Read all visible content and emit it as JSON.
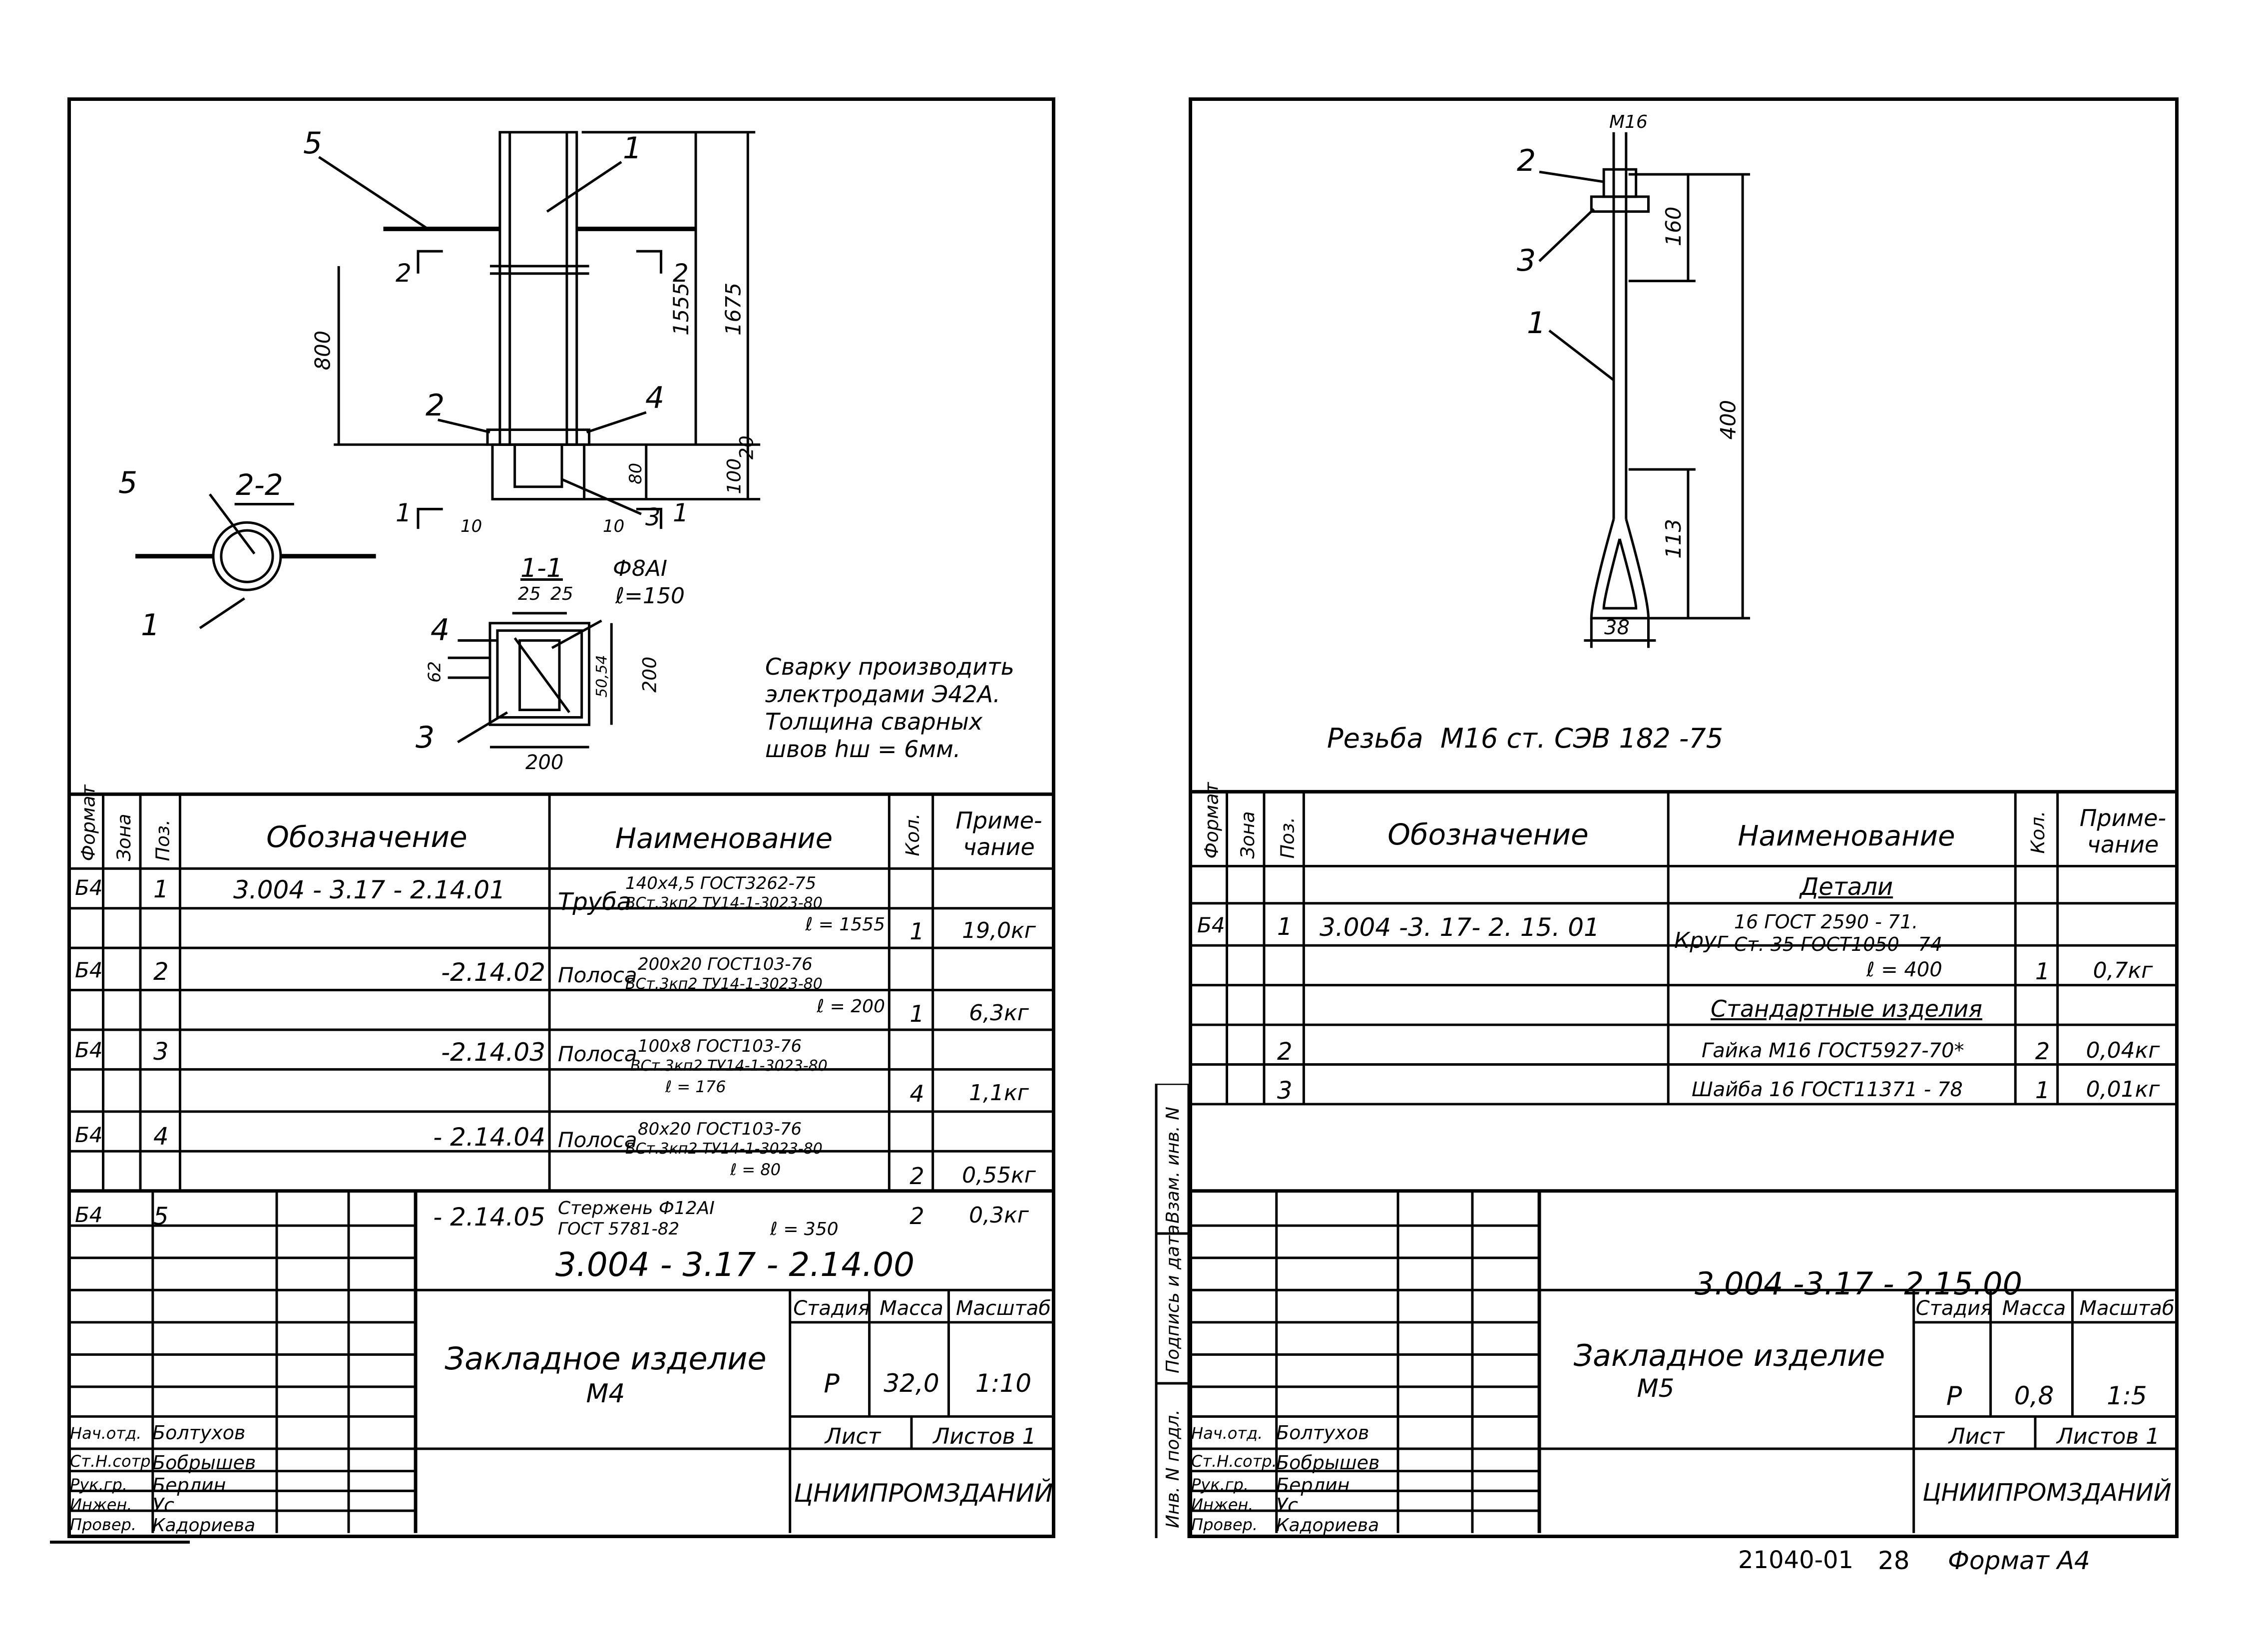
{
  "left": {
    "views": {
      "section_a": "2-2",
      "section_b": "1-1"
    },
    "leaders": [
      "5",
      "1",
      "2",
      "4",
      "5",
      "1",
      "2",
      "3",
      "4",
      "3"
    ],
    "cut_marks": [
      "2",
      "2",
      "1",
      "1"
    ],
    "dims": {
      "d800": "800",
      "d1555": "1555",
      "d1675": "1675",
      "d20": "20",
      "d100": "100",
      "d80": "80",
      "d10a": "10",
      "d10b": "10",
      "d25": "25",
      "d25b": "25",
      "d200v": "200",
      "d200h": "200",
      "d62": "62",
      "d50": "50,54",
      "rod": "Ф8АI",
      "rod_len": "ℓ=150"
    },
    "note": [
      "Сварку производить",
      "электродами Э42А.",
      "Толщина сварных",
      "швов hш = 6мм."
    ],
    "spec": {
      "headers": {
        "format": "Формат",
        "zone": "Зона",
        "pos": "Поз.",
        "designation": "Обозначение",
        "name": "Наименование",
        "qty": "Кол.",
        "note": "Приме-\nчание"
      },
      "rows": [
        {
          "format": "Б4",
          "pos": "1",
          "designation": "3.004 - 3.17 - 2.14.01",
          "name_main": "Труба",
          "name_1": "140x4,5 ГОСТ3262-75",
          "name_2": "ВСт.3кп2 ТУ14-1-3023-80",
          "name_3": "ℓ = 1555",
          "qty": "1",
          "note": "19,0кг"
        },
        {
          "format": "Б4",
          "pos": "2",
          "designation": "-2.14.02",
          "name_main": "Полоса",
          "name_1": "200x20 ГОСТ103-76",
          "name_2": "ВСт.3кп2 ТУ14-1-3023-80",
          "name_3": "ℓ = 200",
          "qty": "1",
          "note": "6,3кг"
        },
        {
          "format": "Б4",
          "pos": "3",
          "designation": "-2.14.03",
          "name_main": "Полоса",
          "name_1": "100x8 ГОСТ103-76",
          "name_2": "ВСт.3кп2 ТУ14-1-3023-80",
          "name_3": "ℓ = 176",
          "qty": "4",
          "note": "1,1кг"
        },
        {
          "format": "Б4",
          "pos": "4",
          "designation": "- 2.14.04",
          "name_main": "Полоса",
          "name_1": "80x20 ГОСТ103-76",
          "name_2": "ВСт.3кп2 ТУ14-1-3023-80",
          "name_3": "ℓ = 80",
          "qty": "2",
          "note": "0,55кг"
        },
        {
          "format": "Б4",
          "pos": "5",
          "designation": "- 2.14.05",
          "name_main": "Стержень Ф12АI",
          "name_1": "ГОСТ 5781-82",
          "name_2": "",
          "name_3": "ℓ = 350",
          "qty": "2",
          "note": "0,3кг"
        }
      ]
    },
    "title": {
      "code": "3.004 - 3.17 - 2.14.00",
      "name_1": "Закладное изделие",
      "name_2": "М4",
      "stage_h": "Стадия",
      "mass_h": "Масса",
      "scale_h": "Масштаб",
      "stage": "Р",
      "mass": "32,0",
      "scale": "1:10",
      "sheet_h": "Лист",
      "sheets_h": "Листов 1",
      "org": "ЦНИИПРОМЗДАНИЙ"
    },
    "signatures": [
      {
        "role": "Нач.отд.",
        "name": "Болтухов"
      },
      {
        "role": "Ст.Н.сотр.",
        "name": "Бобрышев"
      },
      {
        "role": "Рук.гр.",
        "name": "Берлин"
      },
      {
        "role": "Инжен.",
        "name": "Ус"
      },
      {
        "role": "Провер.",
        "name": "Кадориева"
      }
    ]
  },
  "right": {
    "leaders": [
      "2",
      "3",
      "1"
    ],
    "dims": {
      "m16": "М16",
      "d160": "160",
      "d400": "400",
      "d113": "113",
      "d38": "38"
    },
    "thread_note": "Резьба  М16 ст. СЭВ 182 -75",
    "spec": {
      "headers": {
        "format": "Формат",
        "zone": "Зона",
        "pos": "Поз.",
        "designation": "Обозначение",
        "name": "Наименование",
        "qty": "Кол.",
        "note": "Приме-\nчание"
      },
      "section_details": "Детали",
      "section_std": "Стандартные изделия",
      "rows": [
        {
          "format": "Б4",
          "pos": "1",
          "designation": "3.004 -3. 17- 2. 15. 01",
          "name_main": "Круг",
          "name_1": "16 ГОСТ 2590 - 71.",
          "name_2": "Ст. 35 ГОСТ1050 - 74",
          "name_3": "ℓ = 400",
          "qty": "1",
          "note": "0,7кг"
        },
        {
          "format": "",
          "pos": "2",
          "designation": "",
          "name_main": "Гайка М16 ГОСТ5927-70*",
          "qty": "2",
          "note": "0,04кг"
        },
        {
          "format": "",
          "pos": "3",
          "designation": "",
          "name_main": "Шайба 16 ГОСТ11371 - 78",
          "qty": "1",
          "note": "0,01кг"
        }
      ]
    },
    "title": {
      "code": "3.004 -3.17 - 2.15.00",
      "name_1": "Закладное изделие",
      "name_2": "М5",
      "stage_h": "Стадия",
      "mass_h": "Масса",
      "scale_h": "Масштаб",
      "stage": "Р",
      "mass": "0,8",
      "scale": "1:5",
      "sheet_h": "Лист",
      "sheets_h": "Листов 1",
      "org": "ЦНИИПРОМЗДАНИЙ"
    },
    "signatures": [
      {
        "role": "Нач.отд.",
        "name": "Болтухов"
      },
      {
        "role": "Ст.Н.сотр.",
        "name": "Бобрышев"
      },
      {
        "role": "Рук.гр.",
        "name": "Берлин"
      },
      {
        "role": "Инжен.",
        "name": "Ус"
      },
      {
        "role": "Провер.",
        "name": "Кадориева"
      }
    ],
    "side_labels": [
      "Инв. N подл.",
      "Подпись и дата",
      "Взам. инв. N"
    ]
  },
  "footer": {
    "doc": "21040-01",
    "page": "28",
    "format": "Формат А4"
  }
}
